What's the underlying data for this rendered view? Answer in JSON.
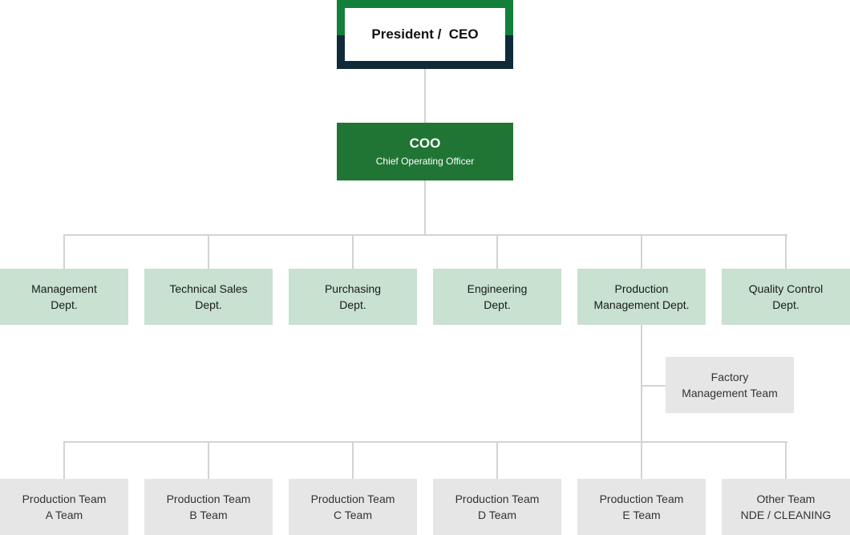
{
  "ceo": {
    "label": "President /  CEO"
  },
  "coo": {
    "title": "COO",
    "subtitle": "Chief Operating Officer"
  },
  "departments": [
    {
      "line1": "Management",
      "line2": "Dept."
    },
    {
      "line1": "Technical Sales",
      "line2": "Dept."
    },
    {
      "line1": "Purchasing",
      "line2": "Dept."
    },
    {
      "line1": "Engineering",
      "line2": "Dept."
    },
    {
      "line1": "Production",
      "line2": "Management Dept."
    },
    {
      "line1": "Quality Control",
      "line2": "Dept."
    }
  ],
  "factory_team": {
    "line1": "Factory",
    "line2": "Management Team"
  },
  "teams": [
    {
      "line1": "Production Team",
      "line2": "A Team"
    },
    {
      "line1": "Production Team",
      "line2": "B Team"
    },
    {
      "line1": "Production Team",
      "line2": "C Team"
    },
    {
      "line1": "Production Team",
      "line2": "D Team"
    },
    {
      "line1": "Production Team",
      "line2": "E Team"
    },
    {
      "line1": "Other Team",
      "line2": "NDE / CLEANING"
    }
  ],
  "colors": {
    "ceo_frame_top": "#12803a",
    "ceo_frame_bottom": "#102a3a",
    "coo_fill": "#207535",
    "dept_fill": "#c8e1d0",
    "team_fill": "#e6e6e6",
    "connector": "#d3d3d3"
  }
}
